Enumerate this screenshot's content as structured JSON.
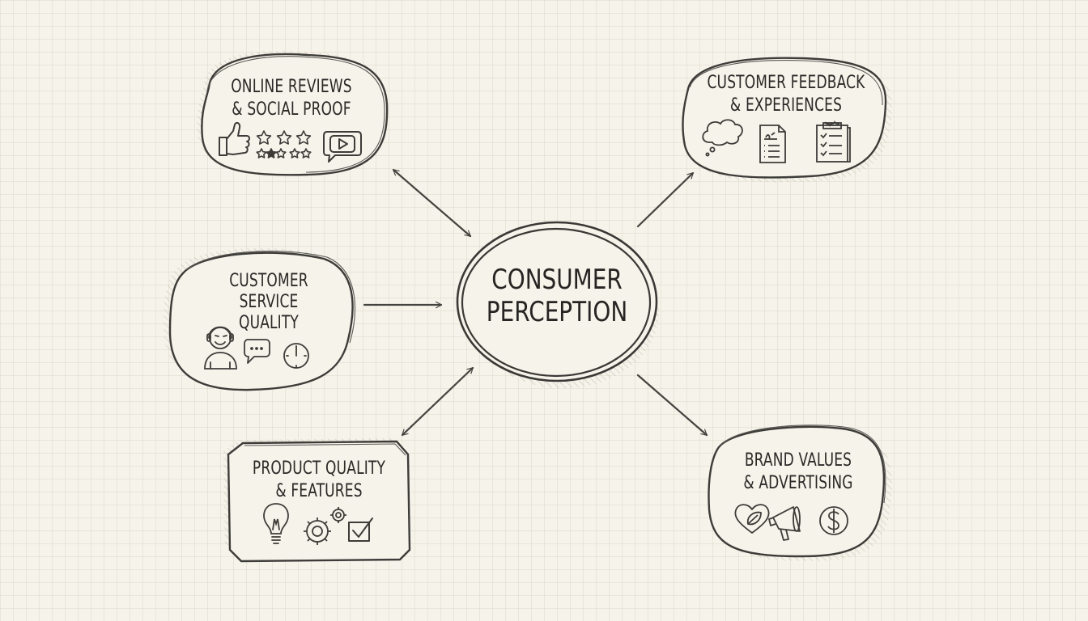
{
  "diagram": {
    "title": "Consumer Perception",
    "center": {
      "lines": [
        "CONSUMER",
        "PERCEPTION"
      ]
    },
    "nodes": [
      {
        "id": "online-reviews",
        "lines": [
          "ONLINE REVIEWS",
          "& SOCIAL PROOF"
        ],
        "icons": [
          "thumbs-up-icon",
          "star-rating-icon",
          "video-play-chat-icon"
        ],
        "arrow": "bidirectional"
      },
      {
        "id": "customer-feedback",
        "lines": [
          "CUSTOMER FEEDBACK",
          "& EXPERIENCES"
        ],
        "icons": [
          "thought-bubble-icon",
          "document-form-icon",
          "checklist-clipboard-icon"
        ],
        "arrow": "from-center"
      },
      {
        "id": "customer-service",
        "lines": [
          "CUSTOMER",
          "SERVICE",
          "QUALITY"
        ],
        "icons": [
          "support-agent-headset-icon",
          "chat-bubble-icon",
          "clock-icon"
        ],
        "arrow": "to-center"
      },
      {
        "id": "product-quality",
        "lines": [
          "PRODUCT QUALITY",
          "& FEATURES"
        ],
        "icons": [
          "lightbulb-icon",
          "gears-icon",
          "checkbox-checked-icon"
        ],
        "arrow": "bidirectional"
      },
      {
        "id": "brand-values",
        "lines": [
          "BRAND VALUES",
          "& ADVERTISING"
        ],
        "icons": [
          "heart-leaf-icon",
          "megaphone-icon",
          "dollar-coin-icon"
        ],
        "arrow": "from-center"
      }
    ],
    "colors": {
      "background": "#f6f3ea",
      "grid": "#d2ccbe",
      "ink": "#3a3936",
      "hatch": "#b9b4aa"
    }
  }
}
